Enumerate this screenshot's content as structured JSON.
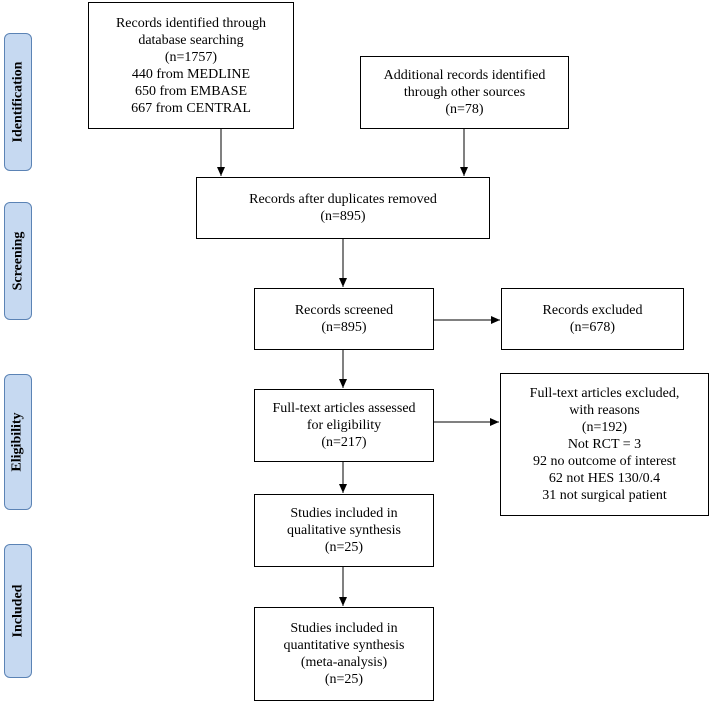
{
  "stages": {
    "identification": "Identification",
    "screening": "Screening",
    "eligibility": "Eligibility",
    "included": "Included"
  },
  "boxes": {
    "db_search": [
      "Records identified through",
      "database searching",
      "(n=1757)",
      "440 from MEDLINE",
      "650 from EMBASE",
      "667 from CENTRAL"
    ],
    "other_sources": [
      "Additional records identified",
      "through other sources",
      "(n=78)"
    ],
    "duplicates_removed": [
      "Records after duplicates removed",
      "(n=895)"
    ],
    "screened": [
      "Records screened",
      "(n=895)"
    ],
    "excluded": [
      "Records excluded",
      "(n=678)"
    ],
    "fulltext_assessed": [
      "Full-text articles assessed",
      "for eligibility",
      "(n=217)"
    ],
    "fulltext_excluded": [
      "Full-text articles excluded,",
      "with reasons",
      "(n=192)",
      "Not RCT = 3",
      "92 no outcome of interest",
      "62 not HES 130/0.4",
      "31 not surgical patient"
    ],
    "qualitative": [
      "Studies included in",
      "qualitative synthesis",
      "(n=25)"
    ],
    "quantitative": [
      "Studies included in",
      "quantitative synthesis",
      "(meta-analysis)",
      "(n=25)"
    ]
  }
}
